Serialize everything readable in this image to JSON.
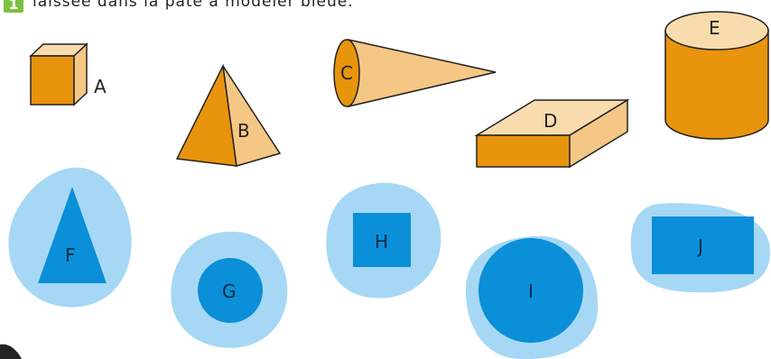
{
  "instruction": {
    "number": "1",
    "text": "laissée dans la pâte à modeler bleue."
  },
  "solids": [
    {
      "letter": "A",
      "shape": "cube"
    },
    {
      "letter": "B",
      "shape": "pyramid"
    },
    {
      "letter": "C",
      "shape": "cone"
    },
    {
      "letter": "D",
      "shape": "rectangular-prism"
    },
    {
      "letter": "E",
      "shape": "cylinder"
    }
  ],
  "imprints": [
    {
      "letter": "F",
      "shape": "triangle"
    },
    {
      "letter": "G",
      "shape": "small-circle"
    },
    {
      "letter": "H",
      "shape": "square"
    },
    {
      "letter": "I",
      "shape": "large-circle"
    },
    {
      "letter": "J",
      "shape": "rectangle"
    }
  ],
  "colors": {
    "solid_front": "#e8940c",
    "solid_light": "#f5c784",
    "solid_top": "#f9dcae",
    "outline": "#222222",
    "clay": "#a6d8f5",
    "imprint": "#0a8fd8",
    "badge": "#7cc242"
  }
}
